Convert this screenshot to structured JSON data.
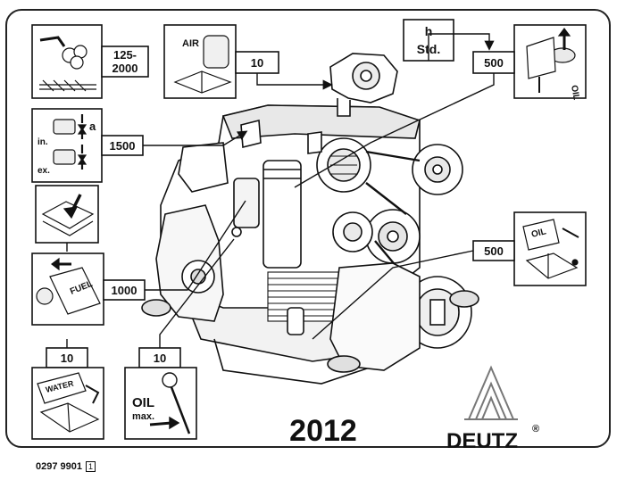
{
  "intervals": {
    "top_left": "125-\n2000",
    "air_filter": "10",
    "hours_header": "h\nStd.",
    "oil_change": "500",
    "valve_clearance": "1500",
    "fuel_filter": "1000",
    "oil_filter": "500",
    "coolant": "10",
    "oil_level": "10"
  },
  "tile_labels": {
    "air": "AIR",
    "oil_top": "OIL",
    "valve_a": "a",
    "valve_in": "in.",
    "valve_ex": "ex.",
    "fuel": "FUEL",
    "oil_right": "OIL",
    "water": "WATER",
    "dipstick_oil": "OIL",
    "dipstick_max": "max."
  },
  "engine_series": "2012",
  "brand": {
    "name": "DEUTZ",
    "registered": "®"
  },
  "footer": {
    "document_number": "0297 9901",
    "page": "1"
  }
}
